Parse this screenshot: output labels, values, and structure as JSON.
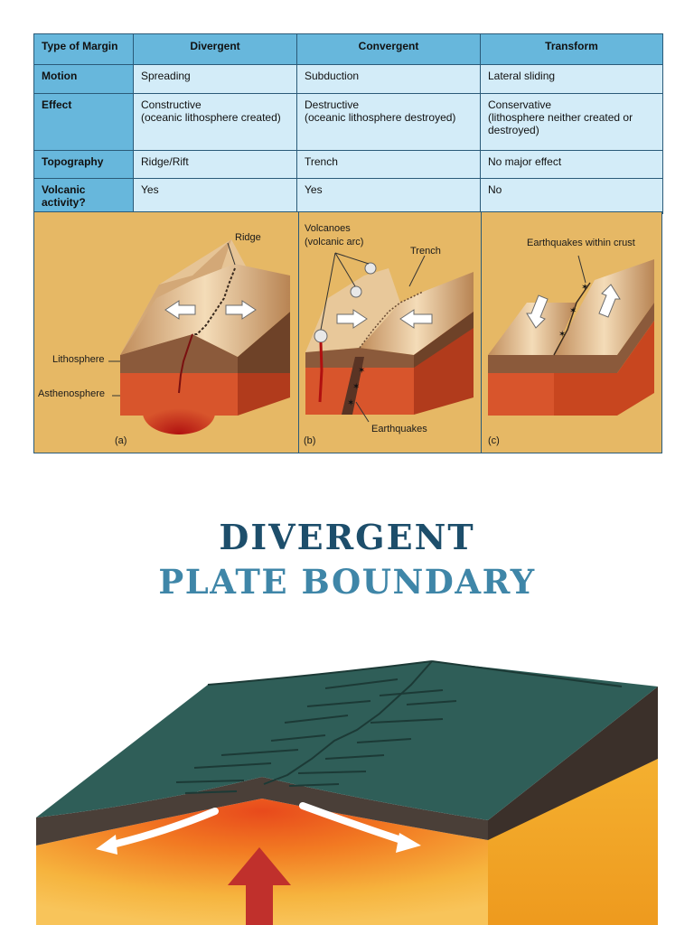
{
  "table": {
    "headers": [
      "Type of Margin",
      "Divergent",
      "Convergent",
      "Transform"
    ],
    "rows": [
      {
        "label": "Motion",
        "values": [
          "Spreading",
          "Subduction",
          "Lateral sliding"
        ]
      },
      {
        "label": "Effect",
        "values": [
          [
            "Constructive",
            "(oceanic lithosphere created)"
          ],
          [
            "Destructive",
            "(oceanic lithosphere destroyed)"
          ],
          [
            "Conservative",
            "(lithosphere neither created or",
            "destroyed)"
          ]
        ]
      },
      {
        "label": "Topography",
        "values": [
          "Ridge/Rift",
          "Trench",
          "No major effect"
        ]
      },
      {
        "label": "Volcanic activity?",
        "values": [
          "Yes",
          "Yes",
          "No"
        ]
      }
    ]
  },
  "diagrams": {
    "a": {
      "ridge": "Ridge",
      "lithosphere": "Lithosphere",
      "asthenosphere": "Asthenosphere",
      "caption": "(a)"
    },
    "b": {
      "volcanoes_line1": "Volcanoes",
      "volcanoes_line2": "(volcanic arc)",
      "trench": "Trench",
      "earthquakes": "Earthquakes",
      "caption": "(b)"
    },
    "c": {
      "earthquakes_crust": "Earthquakes within crust",
      "caption": "(c)"
    }
  },
  "title": {
    "line1": "DIVERGENT",
    "line2": "PLATE BOUNDARY"
  },
  "colors": {
    "table_header": "#67b7dc",
    "table_cell": "#d3ecf8",
    "panel_bg": "#e6b865",
    "title_dark": "#1d4e6b",
    "title_light": "#3f86a8",
    "plate_top": "#2f5e58",
    "mantle_orange": "#f0a020",
    "arrow_red": "#c0302c"
  }
}
